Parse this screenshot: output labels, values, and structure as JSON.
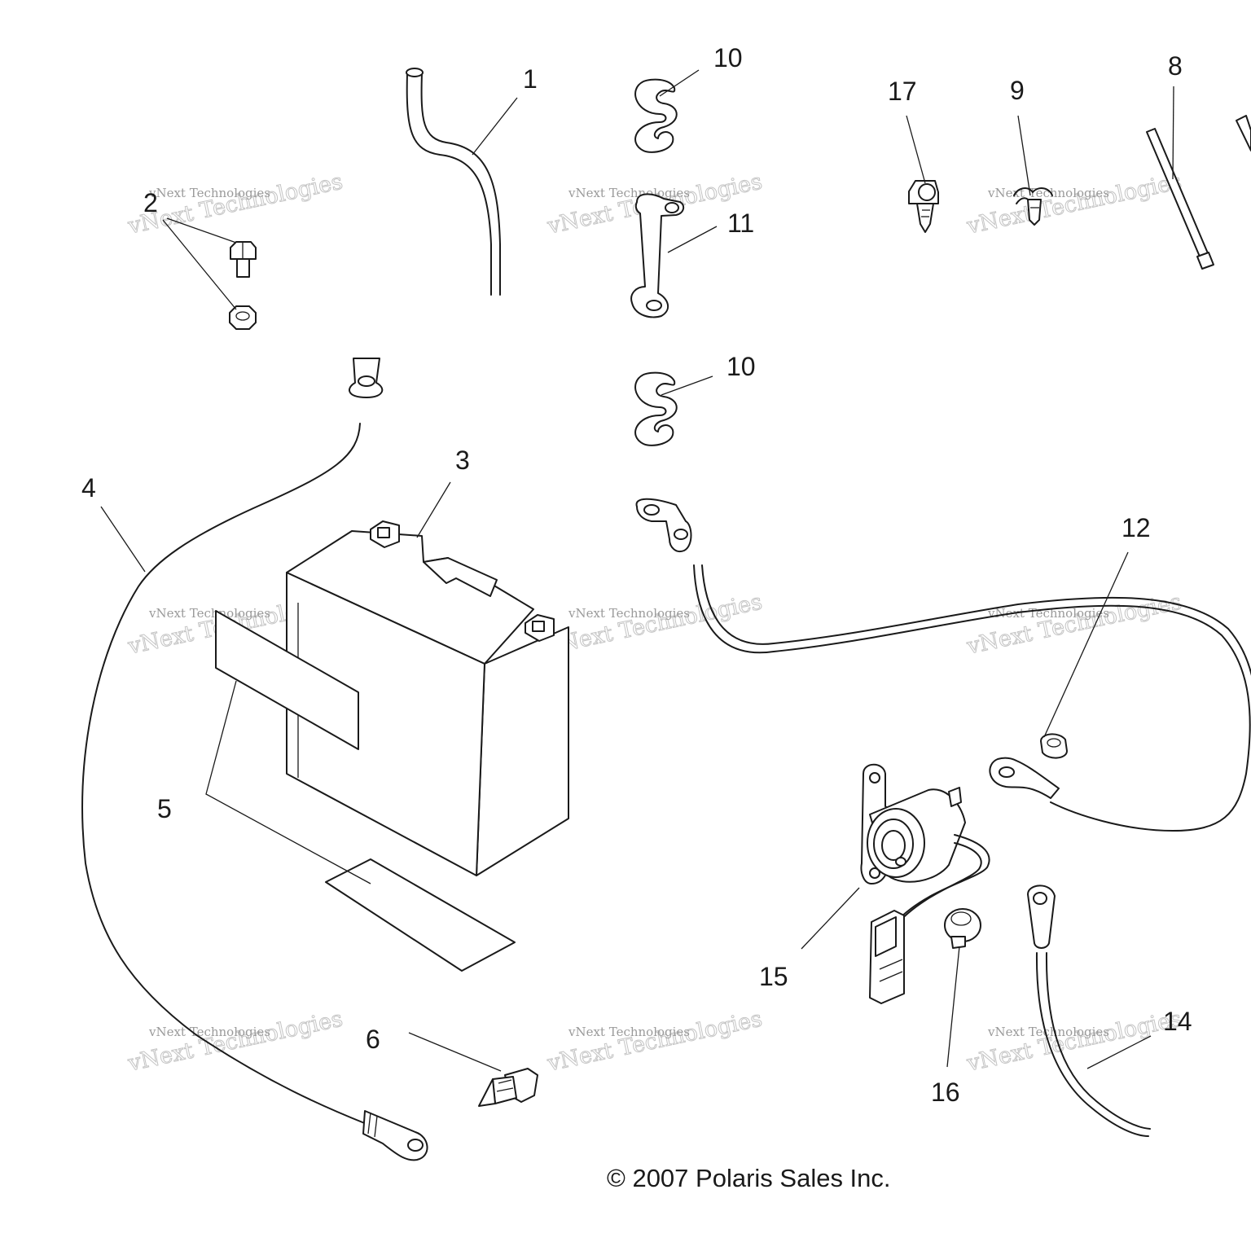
{
  "callouts": {
    "c1": "1",
    "c2": "2",
    "c3": "3",
    "c4": "4",
    "c5": "5",
    "c6": "6",
    "c8": "8",
    "c9": "9",
    "c10a": "10",
    "c10b": "10",
    "c11": "11",
    "c12": "12",
    "c14": "14",
    "c15": "15",
    "c16": "16",
    "c17": "17"
  },
  "copyright": "© 2007 Polaris Sales Inc.",
  "watermark": {
    "line1": "vNext Technologies",
    "line2": "vNext Technologies"
  }
}
